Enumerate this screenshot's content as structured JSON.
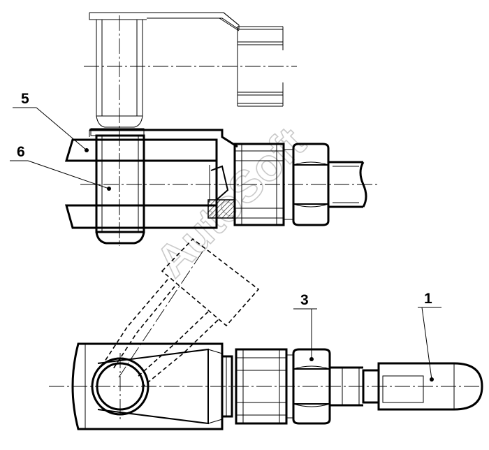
{
  "callouts": [
    {
      "id": "c5",
      "label": "5"
    },
    {
      "id": "c6",
      "label": "6"
    },
    {
      "id": "c3",
      "label": "3"
    },
    {
      "id": "c1",
      "label": "1"
    }
  ],
  "watermark": {
    "text": "AutoSoft"
  }
}
